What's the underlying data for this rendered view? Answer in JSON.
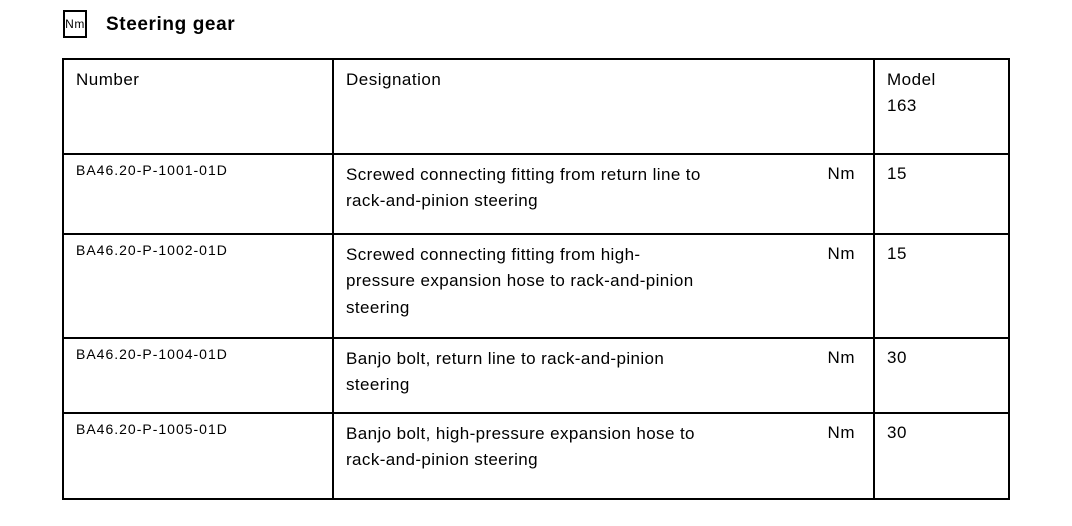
{
  "header": {
    "unit_badge": "Nm",
    "title": "Steering gear"
  },
  "table": {
    "columns": {
      "number": "Number",
      "designation": "Designation",
      "model": "Model\n163"
    },
    "rows": [
      {
        "number": "BA46.20-P-1001-01D",
        "designation": "Screwed connecting fitting from return line to\nrack-and-pinion steering",
        "unit": "Nm",
        "model_163": "15"
      },
      {
        "number": "BA46.20-P-1002-01D",
        "designation": "Screwed connecting fitting from high-\npressure expansion hose to rack-and-pinion\nsteering",
        "unit": "Nm",
        "model_163": "15"
      },
      {
        "number": "BA46.20-P-1004-01D",
        "designation": "Banjo bolt, return line to rack-and-pinion\nsteering",
        "unit": "Nm",
        "model_163": "30"
      },
      {
        "number": "BA46.20-P-1005-01D",
        "designation": "Banjo bolt, high-pressure expansion hose to\nrack-and-pinion steering",
        "unit": "Nm",
        "model_163": "30"
      }
    ]
  }
}
